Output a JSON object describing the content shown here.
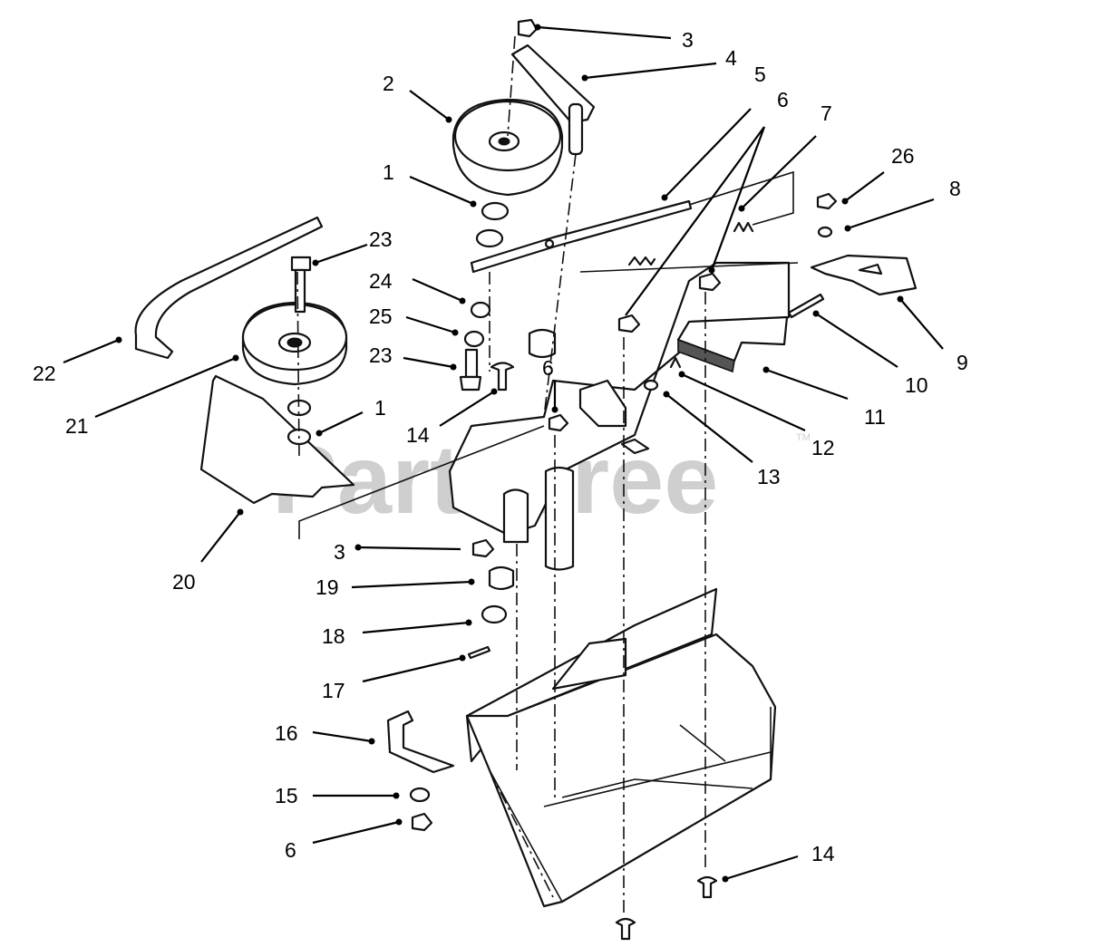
{
  "watermark": {
    "text": "PartsTree",
    "mark": "TM",
    "color": "#cfcfcf"
  },
  "callouts": [
    {
      "label": "1"
    },
    {
      "label": "1"
    },
    {
      "label": "2"
    },
    {
      "label": "3"
    },
    {
      "label": "3"
    },
    {
      "label": "4"
    },
    {
      "label": "5"
    },
    {
      "label": "6"
    },
    {
      "label": "6"
    },
    {
      "label": "6"
    },
    {
      "label": "7"
    },
    {
      "label": "8"
    },
    {
      "label": "9"
    },
    {
      "label": "10"
    },
    {
      "label": "11"
    },
    {
      "label": "12"
    },
    {
      "label": "13"
    },
    {
      "label": "14"
    },
    {
      "label": "14"
    },
    {
      "label": "15"
    },
    {
      "label": "16"
    },
    {
      "label": "17"
    },
    {
      "label": "18"
    },
    {
      "label": "19"
    },
    {
      "label": "20"
    },
    {
      "label": "21"
    },
    {
      "label": "22"
    },
    {
      "label": "23"
    },
    {
      "label": "23"
    },
    {
      "label": "24"
    },
    {
      "label": "25"
    },
    {
      "label": "26"
    }
  ]
}
